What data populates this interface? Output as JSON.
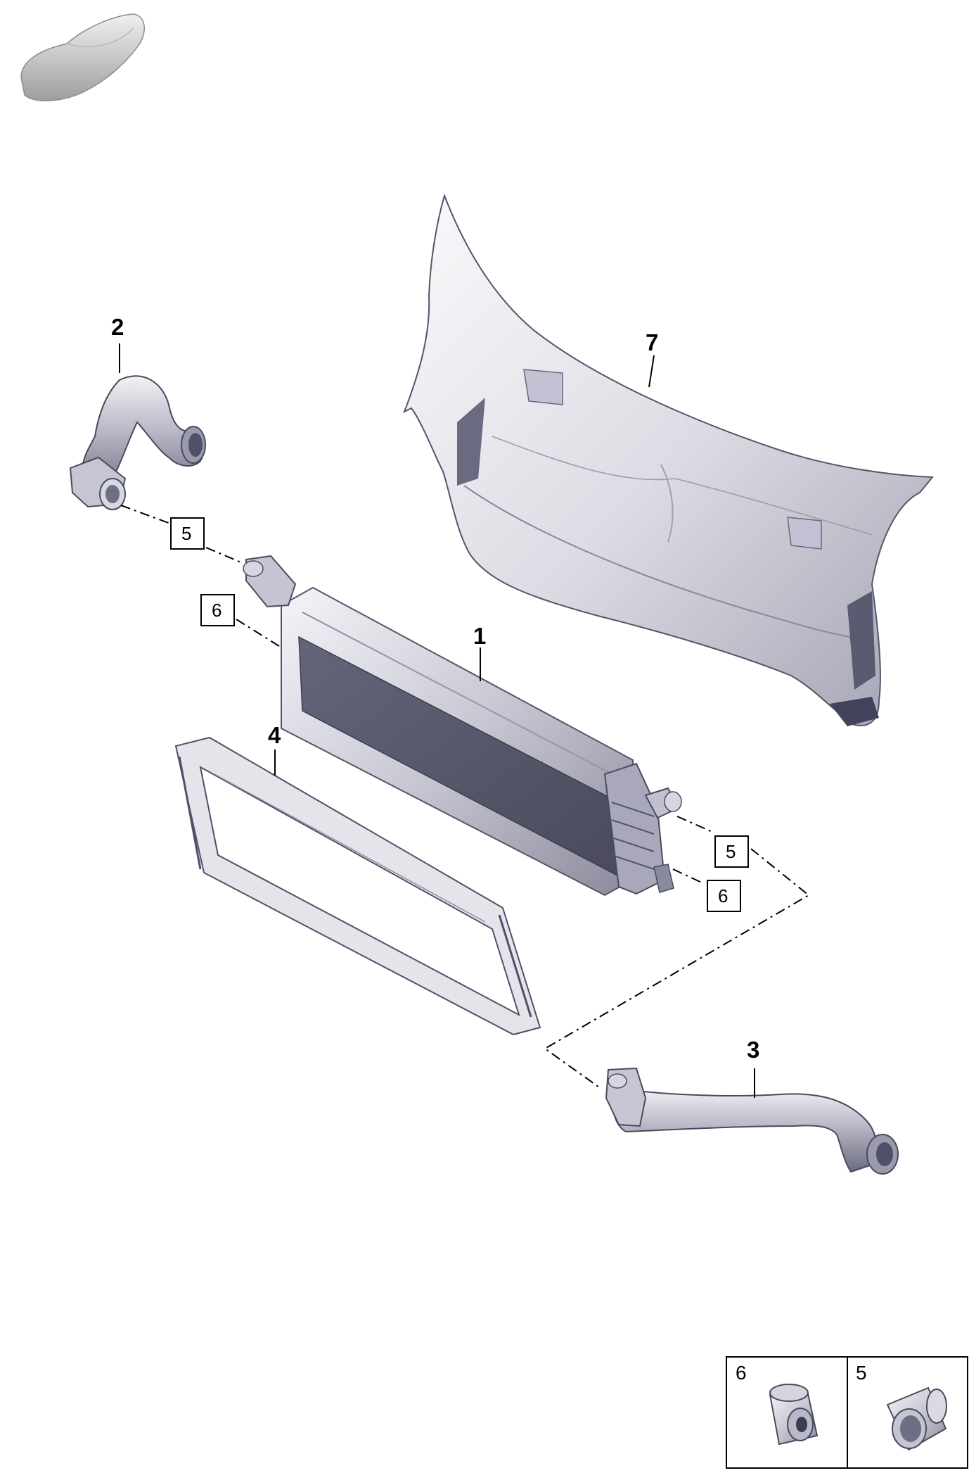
{
  "diagram": {
    "callouts": [
      {
        "id": "1",
        "label": "1"
      },
      {
        "id": "2",
        "label": "2"
      },
      {
        "id": "3",
        "label": "3"
      },
      {
        "id": "4",
        "label": "4"
      },
      {
        "id": "7",
        "label": "7"
      }
    ],
    "boxed_refs": [
      {
        "id": "5a",
        "label": "5"
      },
      {
        "id": "6a",
        "label": "6"
      },
      {
        "id": "5b",
        "label": "5"
      },
      {
        "id": "6b",
        "label": "6"
      }
    ],
    "legend": [
      {
        "label": "6",
        "icon": "bushing-icon"
      },
      {
        "label": "5",
        "icon": "sleeve-icon"
      }
    ]
  }
}
